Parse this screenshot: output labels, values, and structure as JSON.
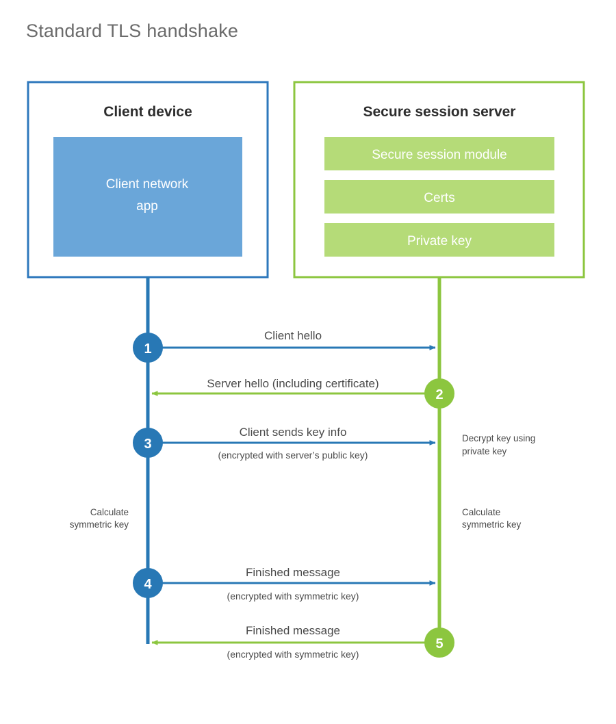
{
  "title": "Standard TLS handshake",
  "colors": {
    "client_border": "#2e78bc",
    "client_fill": "#6aa6d9",
    "client_line": "#2878b5",
    "client_circle": "#2878b5",
    "server_border": "#8cc63f",
    "server_fill": "#b5db78",
    "server_line": "#8cc63f",
    "server_circle": "#8cc63f",
    "text_dark": "#2d2d2d",
    "text_body": "#4a4a4a",
    "title_gray": "#6b6b6b",
    "white": "#ffffff"
  },
  "client": {
    "title": "Client device",
    "app_label_line1": "Client network",
    "app_label_line2": "app"
  },
  "server": {
    "title": "Secure session server",
    "modules": [
      "Secure session module",
      "Certs",
      "Private key"
    ]
  },
  "steps": [
    {
      "number": "1",
      "label": "Client hello",
      "sub": "",
      "direction": "client-to-server",
      "actor": "client"
    },
    {
      "number": "2",
      "label": "Server hello (including certificate)",
      "sub": "",
      "direction": "server-to-client",
      "actor": "server"
    },
    {
      "number": "3",
      "label": "Client sends key info",
      "sub": "(encrypted with server’s public key)",
      "direction": "client-to-server",
      "actor": "client"
    },
    {
      "number": "4",
      "label": "Finished message",
      "sub": "(encrypted with symmetric key)",
      "direction": "client-to-server",
      "actor": "client"
    },
    {
      "number": "5",
      "label": "Finished message",
      "sub": "(encrypted with symmetric key)",
      "direction": "server-to-client",
      "actor": "server"
    }
  ],
  "annotations": {
    "server_decrypt_line1": "Decrypt key using",
    "server_decrypt_line2": "private key",
    "client_calc_line1": "Calculate",
    "client_calc_line2": "symmetric key",
    "server_calc_line1": "Calculate",
    "server_calc_line2": "symmetric key"
  }
}
